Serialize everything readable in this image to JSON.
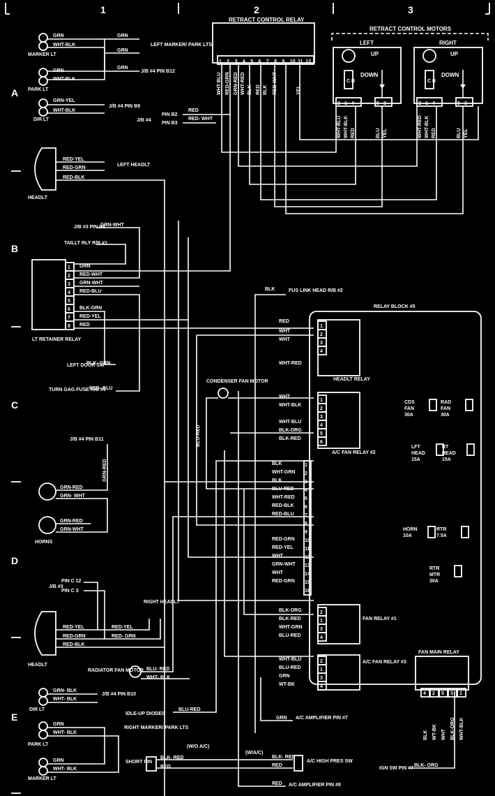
{
  "grid": {
    "columns": [
      "1",
      "2",
      "3"
    ],
    "rows": [
      "A",
      "B",
      "C",
      "D",
      "E"
    ]
  },
  "retract_relay": {
    "title": "RETRACT CONTROL RELAY",
    "pins": [
      "1",
      "2",
      "3",
      "4",
      "5",
      "6",
      "7",
      "8",
      "9",
      "10",
      "11",
      "12"
    ],
    "wires": [
      "WHT-BLU",
      "RED-GRN",
      "GRN-RED",
      "WHT-RED",
      "BLK",
      "RED",
      "BLK",
      "RED-WHT",
      "YEL"
    ]
  },
  "retract_motors": {
    "title": "RETRACT CONTROL MOTORS",
    "left": {
      "label": "LEFT",
      "up": "UP",
      "down": "DOWN",
      "pins": [
        "2",
        "1",
        "4",
        "5",
        "3"
      ],
      "wires": [
        "WHT-BLU",
        "WHT-BLK",
        "RED",
        "BLU",
        "YEL"
      ]
    },
    "right": {
      "label": "RIGHT",
      "up": "UP",
      "down": "DOWN",
      "pins": [
        "2",
        "1",
        "4",
        "5",
        "3"
      ],
      "wires": [
        "WHT-RED",
        "WHT-BLK",
        "RED",
        "BLU",
        "YEL"
      ]
    }
  },
  "left_side": {
    "marker_lt": "MARKER LT",
    "park_lt": "PARK LT",
    "dir_lt": "DIR LT",
    "headlt": "HEADLT",
    "grn": "GRN",
    "wht_blk": "WHT-BLK",
    "grn_yel": "GRN-YEL",
    "left_marker": "LEFT MARKER/ PARK LTS",
    "jb4_b12": "J/B #4 PIN B12",
    "jb4_b9": "J/B #4 PIN B9",
    "jb4_pins": "J/B #4",
    "pin_b2": "PIN B2",
    "pin_b3": "PIN B3",
    "red": "RED",
    "red_wht": "RED- WHT",
    "red_yel": "RED-YEL",
    "red_grn": "RED-GRN",
    "red_blk": "RED-BLK",
    "left_headlt": "LEFT HEADLT"
  },
  "retainer": {
    "label": "LT RETAINER RELAY",
    "jb3_h4": "J/B #3 PIN H4",
    "grn_wht": "GRN-WHT",
    "taillt": "TAILLT RLY R/B #1",
    "pins": [
      "1",
      "2",
      "3",
      "4",
      "5",
      "6",
      "7",
      "8"
    ],
    "wires": [
      "GRN",
      "RED-WHT",
      "GRN-WHT",
      "RED-BLU",
      "BLK-GRN",
      "RED-YEL",
      "RED"
    ],
    "left_door": "LEFT DOOR SW",
    "door_wire": "BLK- GRN",
    "turn_gag": "TURN GAG FUSE R/B #1",
    "turn_wire": "RED- BLU"
  },
  "fus_link": {
    "wire": "BLK",
    "label": "FUS LINK HEAD R/B #2"
  },
  "relay_block": {
    "title": "RELAY BLOCK #5",
    "headlt_relay": "HEADLT RELAY",
    "headlt_pins": [
      "1",
      "2",
      "3",
      "4"
    ],
    "headlt_wires": [
      "RED",
      "WHT",
      "WHT",
      "WHT-RED"
    ],
    "wht": "WHT",
    "condenser": "CONDENSER FAN MOTOR",
    "ac_fan2": "A/C FAN RELAY #2",
    "ac_fan2_pins": [
      "1",
      "2",
      "3",
      "4",
      "5",
      "6"
    ],
    "ac_fan2_wires": [
      "WHT",
      "WHT-BLK",
      "WHT-BLU",
      "BLK-ORG",
      "BLK-RED"
    ],
    "blu_red": "BLU-RED",
    "fuses": [
      "CDS FAN 30A",
      "RAD FAN 30A",
      "LFT HEAD 15A",
      "RT HEAD 15A",
      "HORN 10A",
      "RTR 7.5A",
      "RTR MTR 30A"
    ],
    "conn_pins": [
      "1",
      "2",
      "3",
      "4",
      "5",
      "6",
      "7",
      "8",
      "9",
      "10",
      "11",
      "12",
      "13",
      "14",
      "15",
      "16"
    ],
    "conn_wires": [
      "BLK",
      "WHT-GRN",
      "BLK",
      "BLU-RED",
      "WHT-RED",
      "RED-BLK",
      "RED-BLU",
      "",
      "",
      "RED-GRN",
      "RED-YEL",
      "WHT",
      "GRN-WHT",
      "WHT",
      "RED-GRN"
    ],
    "fan_relay1": "FAN RELAY #1",
    "fan1_pins": [
      "2",
      "1",
      "3",
      "4"
    ],
    "fan1_wires": [
      "BLK-ORG",
      "BLK-RED",
      "WHT-GRN",
      "BLU-RED"
    ],
    "ac_fan3": "A/C FAN RELAY #3",
    "ac3_pins": [
      "2",
      "1",
      "3",
      "4"
    ],
    "ac3_wires": [
      "WHT-BLU",
      "BLU-RED",
      "GRN",
      "WT-BK"
    ],
    "fan_main": "FAN MAIN RELAY",
    "fan_main_pins": [
      "4",
      "2",
      "5",
      "3",
      "1"
    ],
    "fan_main_wires": [
      "BLK",
      "WT-BK",
      "WHT",
      "BLK-ORG",
      "WHT-BLK"
    ]
  },
  "horns": {
    "label": "HORNS",
    "jb4_b11": "J/B #4 PIN B11",
    "grn_red": "GRN-RED",
    "grn_wht": "GRN- WHT",
    "grn_red2": "GRN-RED",
    "grn_wht2": "GRN-WHT"
  },
  "right_headlt": {
    "jb3": "J/B #3",
    "pin_c12": "PIN C 12",
    "pin_c3": "PIN C 3",
    "label": "RIGHT HEADLT",
    "red_yel": "RED-YEL",
    "red_grn": "RED-GRN",
    "red_blk": "RED-BLK",
    "red_yel2": "RED-YEL",
    "red_grn2": "RED- GRN",
    "headlt": "HEADLT"
  },
  "bottom": {
    "radiator": "RADIATOR FAN MOTOR",
    "blu_red": "BLU- RED",
    "wht_blk": "WHT- BLK",
    "dir_lt": "DIR LT",
    "grn_blk": "GRN- BLK",
    "wht_blk2": "WHT- BLK",
    "jb4_b10": "J/B #4 PIN B10",
    "idle_up": "IDLE-UP DIODES",
    "idle_wire": "BLU-RED",
    "park_lt": "PARK LT",
    "marker_lt": "MARKER LT",
    "grn": "GRN",
    "wht_blk3": "WHT- BLK",
    "right_marker": "RIGHT MARKER/ PARK LTS",
    "short_pin": "SHORT PIN",
    "blk_red": "BLK- RED",
    "red": "RED",
    "wo_ac": "(W/O A/C)",
    "w_ac": "(W/A/C)",
    "ac_high": "A/C HIGH PRES SW",
    "ac_amp7": "A/C AMPLIFIER PIN #7",
    "ac_amp8": "A/C AMPLIFIER PIN #8",
    "ign_sw": "IGN SW PIN #7",
    "ign_wire": "BLK- ORG",
    "grn_wire": "GRN",
    "blk_red2": "BLK- RED",
    "red2": "RED"
  }
}
